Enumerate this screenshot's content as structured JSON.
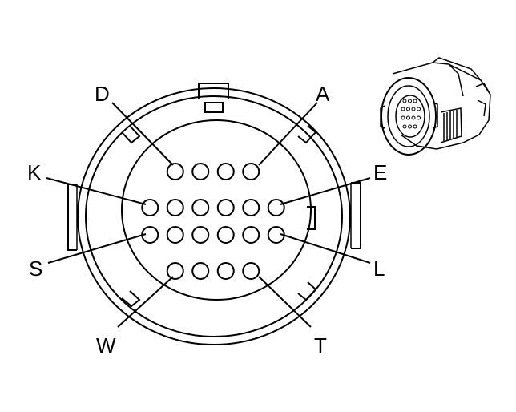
{
  "connector": {
    "callouts": [
      {
        "id": "D",
        "label": "D"
      },
      {
        "id": "A",
        "label": "A"
      },
      {
        "id": "K",
        "label": "K"
      },
      {
        "id": "E",
        "label": "E"
      },
      {
        "id": "S",
        "label": "S"
      },
      {
        "id": "L",
        "label": "L"
      },
      {
        "id": "W",
        "label": "W"
      },
      {
        "id": "T",
        "label": "T"
      }
    ],
    "pin_rows": [
      4,
      6,
      6,
      4
    ]
  }
}
